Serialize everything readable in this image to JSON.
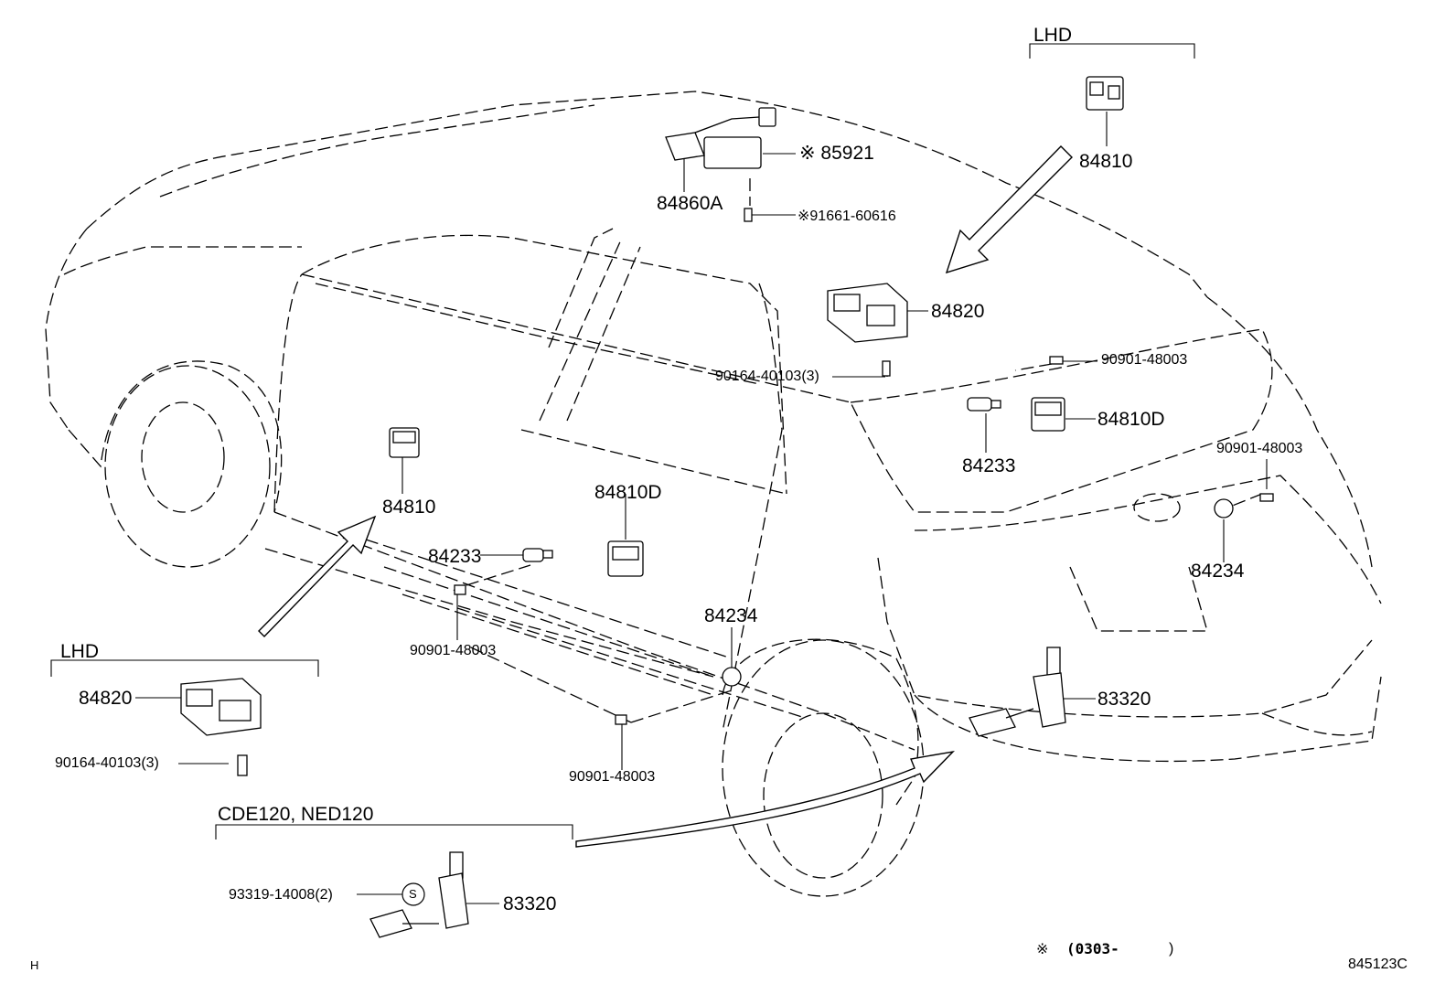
{
  "labels": {
    "lhd_top": "LHD",
    "lhd_bottom": "LHD",
    "engine_variants": "CDE120, NED120",
    "p84810_top": "84810",
    "p85921": "※ 85921",
    "p84860a": "84860A",
    "p91661": "※91661-60616",
    "p84820_top": "84820",
    "p90164_top": "90164-40103(3)",
    "p90901_rear": "90901-48003",
    "p84810d_rear": "84810D",
    "p84233_rear": "84233",
    "p90901_right": "90901-48003",
    "p84234_right": "84234",
    "p84810_door": "84810",
    "p84810d_door": "84810D",
    "p84233_door": "84233",
    "p90901_door": "90901-48003",
    "p84234_mid": "84234",
    "p90901_low": "90901-48003",
    "p83320_right": "83320",
    "p84820_lhd": "84820",
    "p90164_lhd": "90164-40103(3)",
    "p93319": "93319-14008(2)",
    "s_mark": "S",
    "p83320_left": "83320",
    "footnote_mark": "※",
    "footnote_code": "(0303-",
    "footnote_close": ")",
    "corner_h": "H",
    "diagram_id": "845123C"
  }
}
